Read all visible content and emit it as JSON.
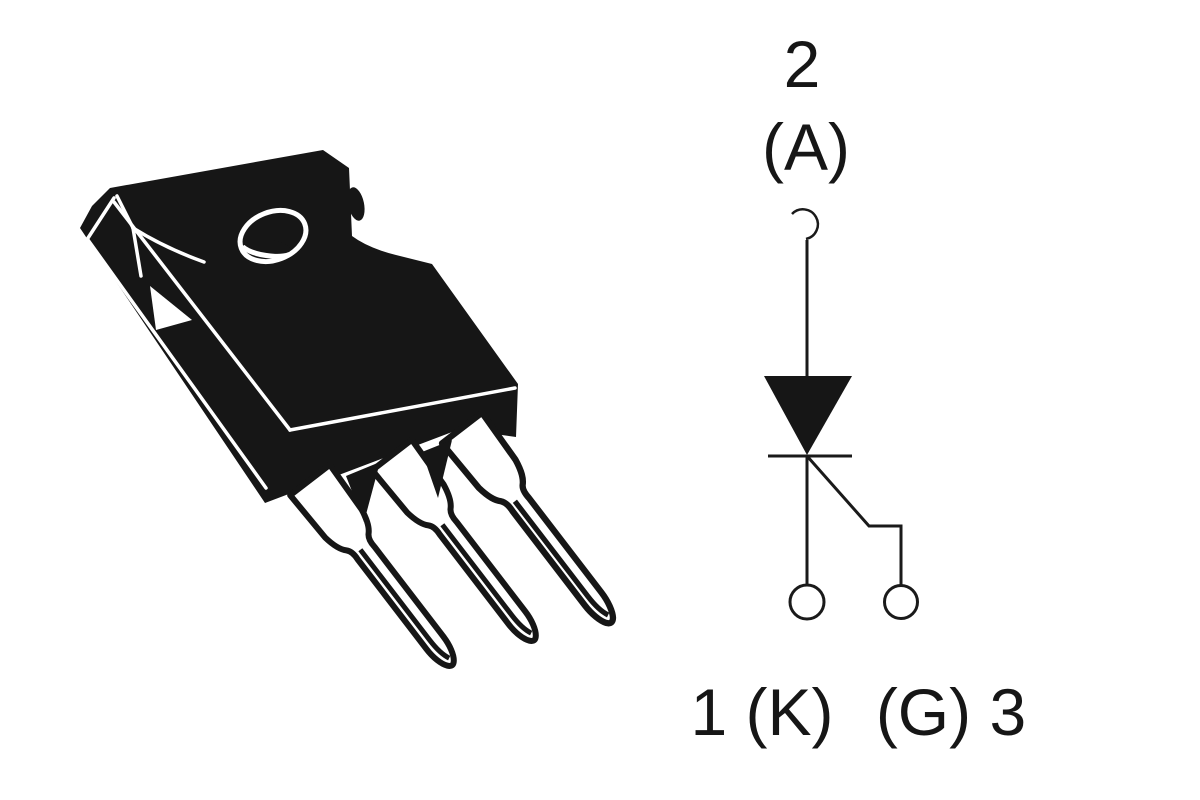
{
  "figure": {
    "background_color": "#ffffff",
    "ink_color": "#161616",
    "left_panel": {
      "kind": "package-illustration",
      "leads_count": 3,
      "features": [
        "mounting-hole",
        "corner-notch",
        "three-leads"
      ]
    },
    "schematic": {
      "symbol": "thyristor-scr",
      "labels": {
        "pin2": "2",
        "anode": "(A)",
        "pin1_cathode": "1 (K)",
        "gate_pin3": "(G) 3"
      }
    }
  }
}
